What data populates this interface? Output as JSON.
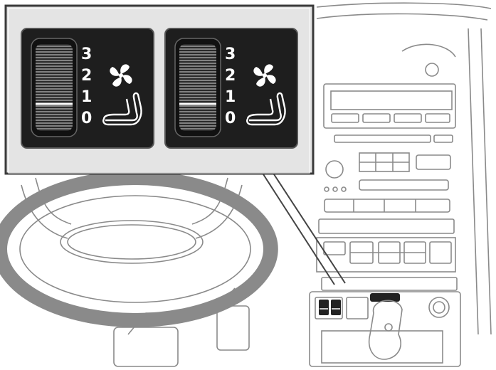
{
  "diagram": {
    "callout": {
      "panels": [
        {
          "name": "left-seat-heater",
          "levels": [
            "3",
            "2",
            "1",
            "0"
          ]
        },
        {
          "name": "right-seat-heater",
          "levels": [
            "3",
            "2",
            "1",
            "0"
          ]
        }
      ]
    },
    "icons": [
      "fan-icon",
      "seat-icon"
    ]
  }
}
